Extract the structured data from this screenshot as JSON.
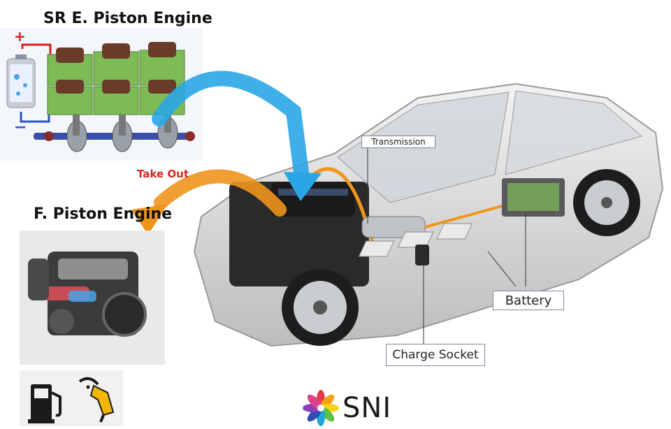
{
  "headings": {
    "sr_engine": "SR E. Piston Engine",
    "f_engine": "F. Piston Engine",
    "take_out": "Take Out"
  },
  "battery_terminals": {
    "plus": "+",
    "minus": "−"
  },
  "callouts": {
    "transmission": "Transmission",
    "battery": "Battery",
    "charge_socket": "Charge Socket"
  },
  "logo": {
    "text": "SNI"
  },
  "colors": {
    "blue_arrow": "#2aa6e6",
    "orange_arrow": "#f0941c",
    "take_out_text": "#d7261e",
    "engine_green": "#7dbb57",
    "engine_brown": "#6b3b2a",
    "car_body": "#d9d9d9",
    "fuel_black": "#1a1a1a",
    "nozzle_yellow": "#f2b705"
  },
  "icons": [
    "battery-cell-icon",
    "fuel-pump-icon",
    "fuel-nozzle-icon",
    "sni-logo-flower-icon"
  ]
}
